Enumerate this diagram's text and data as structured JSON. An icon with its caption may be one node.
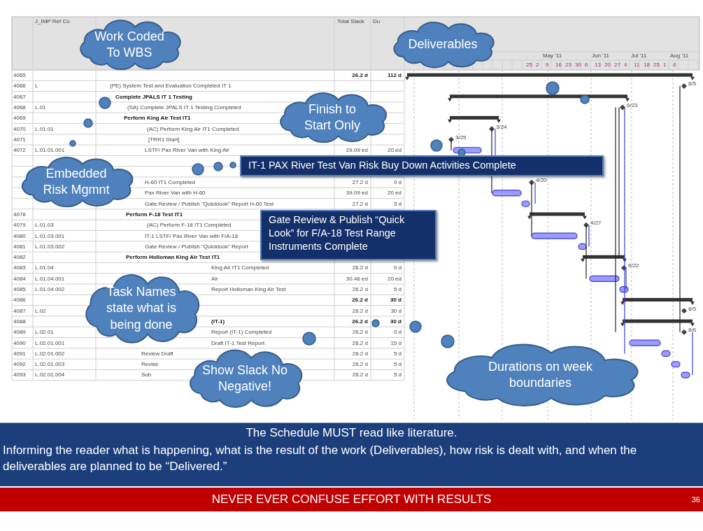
{
  "diagram": {
    "nodes": [
      {
        "text": [
          "Work Coded To WBS"
        ]
      },
      {
        "text": [
          "Deliverables"
        ]
      },
      {
        "text": [
          "Finish to Start Only"
        ]
      },
      {
        "text": [
          "Embedded Risk Mgmnt"
        ]
      },
      {
        "text": [
          "IT-1 PAX River Test Van Risk Buy Down Activities Complete"
        ]
      },
      {
        "text": [
          "Gate Review & Publish “Quick Look” for F/A-18 Test Range Instruments Complete"
        ]
      },
      {
        "text": [
          "Task Names state what is being done"
        ]
      },
      {
        "text": [
          "Show Slack No Negative!"
        ]
      },
      {
        "text": [
          "Durations on week boundaries"
        ]
      }
    ],
    "edges": [],
    "labels": [
      "J_IMP Ref Co",
      "Total Slack",
      "Du",
      "4065",
      "26.2 d",
      "112 d",
      "4066",
      "L",
      "(PE) System Test and Evaluation Completed IT 1",
      "4067",
      "Complete JPALS IT 1 Testing",
      "4068",
      "L.01",
      "(SA) Complete JPALS IT 1 Testing Completed",
      "4069",
      "Perform King Air Test IT1",
      "4070",
      "L.01.01",
      "(AC) Perform King Air IT1 Completed",
      "4071",
      "[TRR1 Start]",
      "4072",
      "L.01.01.001",
      "LSTF/ Pax River Van with King Air",
      "29.09 ed",
      "20 ed",
      "H-60 IT1 Completed",
      "27.2 d",
      "0 d",
      "Pax River Van with H-60",
      "39.09 ed",
      "20 ed",
      "Gate Review / Publish \"Quicklook\" Report H-60 Test",
      "27.2 d",
      "5 d",
      "4078",
      "Perform F-18 Test IT1",
      "4079",
      "L.01.03",
      "(AC) Perform F-18 IT1 Completed",
      "4080",
      "L.01.03.001",
      "IT-1 LSTF/ Pax River Van with F/A-18",
      "4081",
      "L.01.03.002",
      "Gate Review / Publish \"Quicklook\" Report",
      "4082",
      "Perform Holloman King Air Test IT1",
      "4083",
      "L.01.04",
      "King Air IT1 Completed",
      "26.2 d",
      "0 d",
      "4084",
      "L.01.04.001",
      "Air",
      "30.46 ed",
      "20 ed",
      "4085",
      "L.01.04.002",
      "Report Holloman King Air Test",
      "26.2 d",
      "5 d",
      "4086",
      "26.2 d",
      "30 d",
      "4087",
      "L.02",
      "26.2 d",
      "30 d",
      "4088",
      "(IT-1)",
      "26.2 d",
      "30 d",
      "4089",
      "L.02.01",
      "Report (IT-1) Completed",
      "26.2 d",
      "0 d",
      "4090",
      "L.02.01.001",
      "Draft IT-1 Test Report",
      "26.2 d",
      "15 d",
      "4091",
      "L.02.01.002",
      "Review Draft",
      "26.2 d",
      "5 d",
      "4092",
      "L.02.01.003",
      "Revise",
      "26.2 d",
      "5 d",
      "4093",
      "L.02.01.004",
      "Sub",
      "26.2 d",
      "5 d",
      "May '11",
      "Jun '11",
      "Jul '11",
      "Aug '11",
      "25",
      "2",
      "9",
      "16",
      "23",
      "30",
      "6",
      "13",
      "20",
      "27",
      "4",
      "11",
      "18",
      "25",
      "1",
      "8",
      "8/5",
      "6/23",
      "3/24",
      "3/25",
      "4/20",
      "4/27",
      "6/22",
      "8/5",
      "8/6",
      "The Schedule MUST read like literature.",
      "Informing the reader what is happening, what is the result of the work (Deliverables), how risk is dealt with, and when the deliverables are planned to be “Delivered.”",
      "NEVER EVER CONFUSE EFFORT WITH RESULTS",
      "36"
    ]
  }
}
